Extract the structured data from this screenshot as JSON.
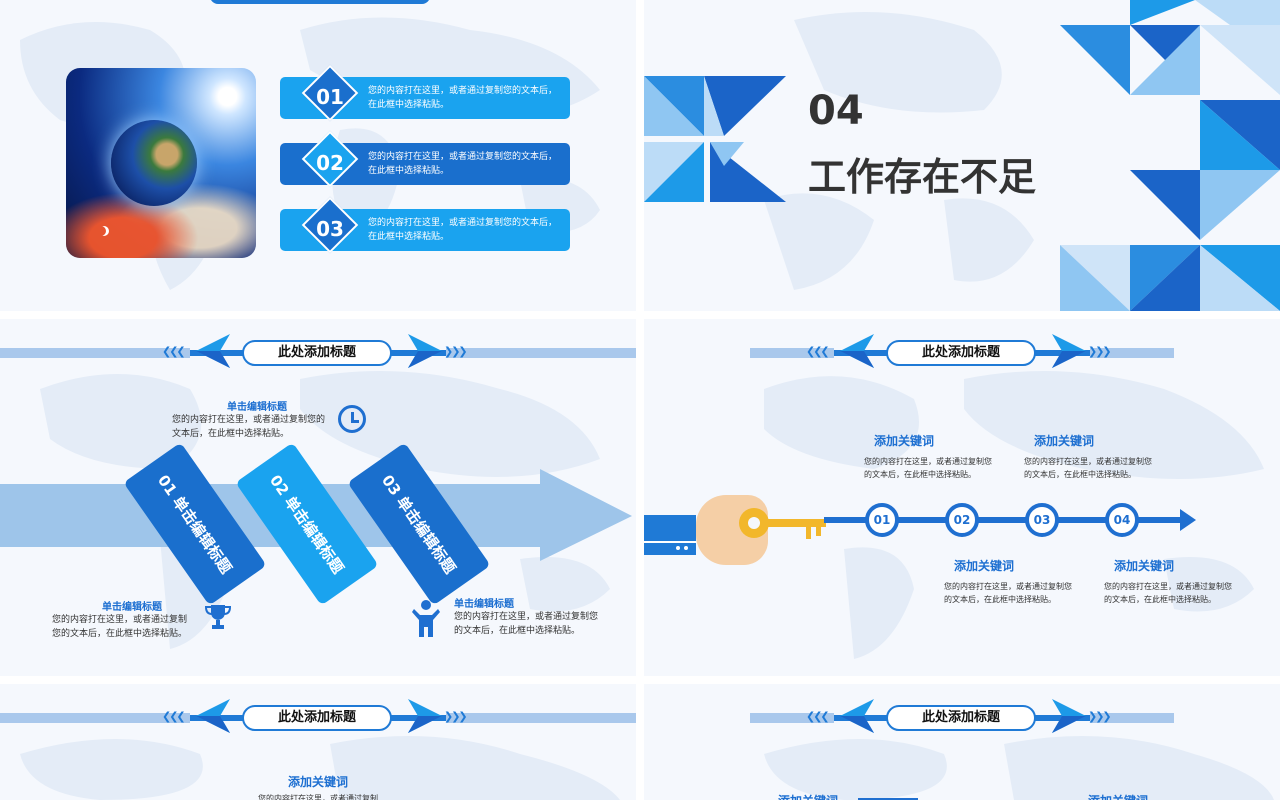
{
  "slide1": {
    "items": [
      {
        "num": "01",
        "text_line1": "您的内容打在这里，或者通过复制您的文本后，",
        "text_line2": "在此框中选择粘贴。"
      },
      {
        "num": "02",
        "text_line1": "您的内容打在这里，或者通过复制您的文本后，",
        "text_line2": "在此框中选择粘贴。"
      },
      {
        "num": "03",
        "text_line1": "您的内容打在这里，或者通过复制您的文本后，",
        "text_line2": "在此框中选择粘贴。"
      }
    ],
    "colors": {
      "light": "#1aa3ef",
      "dark": "#1a6fcd"
    }
  },
  "slide2": {
    "number": "04",
    "title": "工作存在不足"
  },
  "header_title": "此处添加标题",
  "slide3": {
    "ribbons": [
      {
        "label": "01 单击编辑标题"
      },
      {
        "label": "02 单击编辑标题"
      },
      {
        "label": "03 单击编辑标题"
      }
    ],
    "top_note": {
      "title": "单击编辑标题",
      "line1": "您的内容打在这里，或者通过复制您的",
      "line2": "文本后，在此框中选择粘贴。"
    },
    "left_note": {
      "title": "单击编辑标题",
      "line1": "您的内容打在这里，或者通过复制",
      "line2": "您的文本后，在此框中选择粘贴。"
    },
    "right_note": {
      "title": "单击编辑标题",
      "line1": "您的内容打在这里，或者通过复制您",
      "line2": "的文本后，在此框中选择粘贴。"
    }
  },
  "slide4": {
    "nodes": [
      "01",
      "02",
      "03",
      "04"
    ],
    "top_notes": [
      {
        "title": "添加关键词",
        "line1": "您的内容打在这里，或者通过复制您",
        "line2": "的文本后，在此框中选择粘贴。"
      },
      {
        "title": "添加关键词",
        "line1": "您的内容打在这里，或者通过复制您",
        "line2": "的文本后，在此框中选择粘贴。"
      }
    ],
    "bottom_notes": [
      {
        "title": "添加关键词",
        "line1": "您的内容打在这里，或者通过复制您",
        "line2": "的文本后，在此框中选择粘贴。"
      },
      {
        "title": "添加关键词",
        "line1": "您的内容打在这里，或者通过复制您",
        "line2": "的文本后，在此框中选择粘贴。"
      }
    ]
  },
  "slide5": {
    "keyword": "添加关键词",
    "partial_text": "您的内容打在这里，或者通过复制"
  },
  "slide6": {
    "keyword_left": "添加关键词",
    "keyword_right": "添加关键词"
  }
}
